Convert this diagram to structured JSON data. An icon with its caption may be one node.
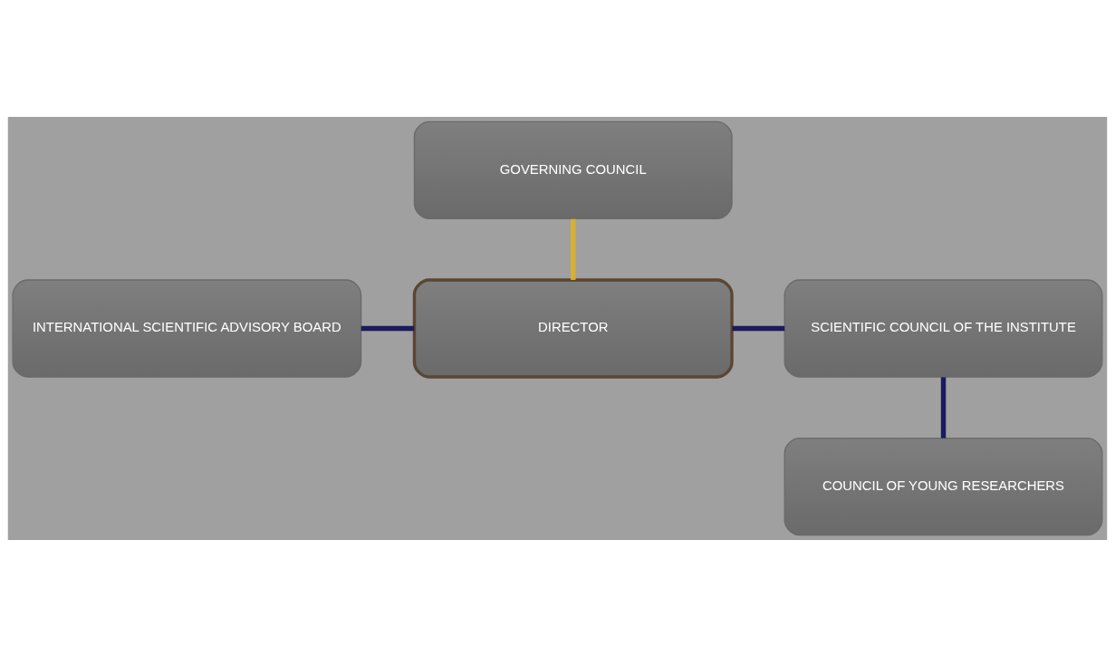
{
  "diagram": {
    "nodes": [
      {
        "text": [
          "GOVERNING COUNCIL"
        ]
      },
      {
        "text": [
          "INTERNATIONAL SCIENTIFIC ADVISORY BOARD"
        ]
      },
      {
        "text": [
          "DIRECTOR"
        ]
      },
      {
        "text": [
          "SCIENTIFIC COUNCIL OF THE INSTITUTE"
        ]
      },
      {
        "text": [
          "COUNCIL OF YOUNG RESEARCHERS"
        ]
      }
    ],
    "edges": [
      {
        "from": 0,
        "to": 2,
        "arrow": "none",
        "color": "#d8b030"
      },
      {
        "from": 1,
        "to": 2,
        "arrow": "none"
      },
      {
        "from": 2,
        "to": 3,
        "arrow": "none"
      },
      {
        "from": 3,
        "to": 4,
        "arrow": "none"
      }
    ]
  }
}
